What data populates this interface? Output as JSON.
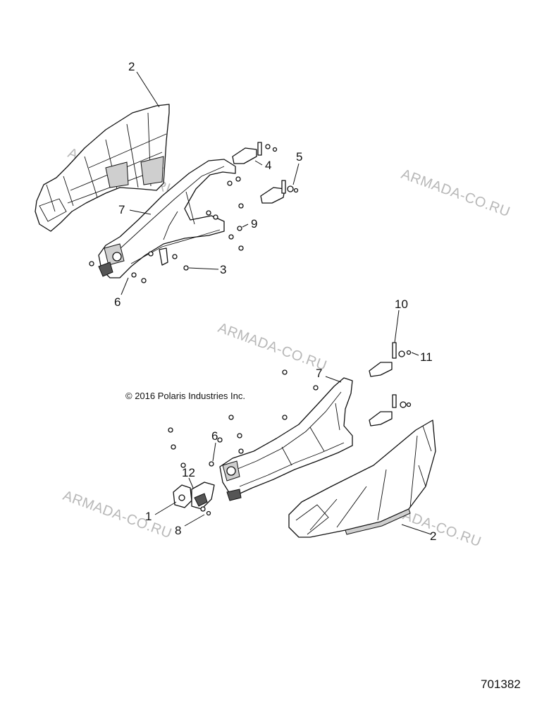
{
  "watermark": "ARMADA-CO.RU",
  "copyright": "© 2016 Polaris Industries Inc.",
  "diagram_number": "701382",
  "callouts": {
    "upper_panel": "2",
    "upper_frame": "7",
    "upper_bracket": "4",
    "upper_nut": "5",
    "upper_screw_9": "9",
    "upper_screw_3": "3",
    "upper_fastener_6": "6",
    "lower_bolt": "10",
    "lower_nut": "11",
    "lower_frame": "7",
    "lower_fastener_6": "6",
    "lower_latch": "12",
    "lower_striker": "1",
    "lower_screw": "8",
    "lower_panel": "2"
  },
  "colors": {
    "line": "#111111",
    "watermark": "#b8b8b8",
    "fill": "#ffffff",
    "shade": "#cfcfcf"
  }
}
